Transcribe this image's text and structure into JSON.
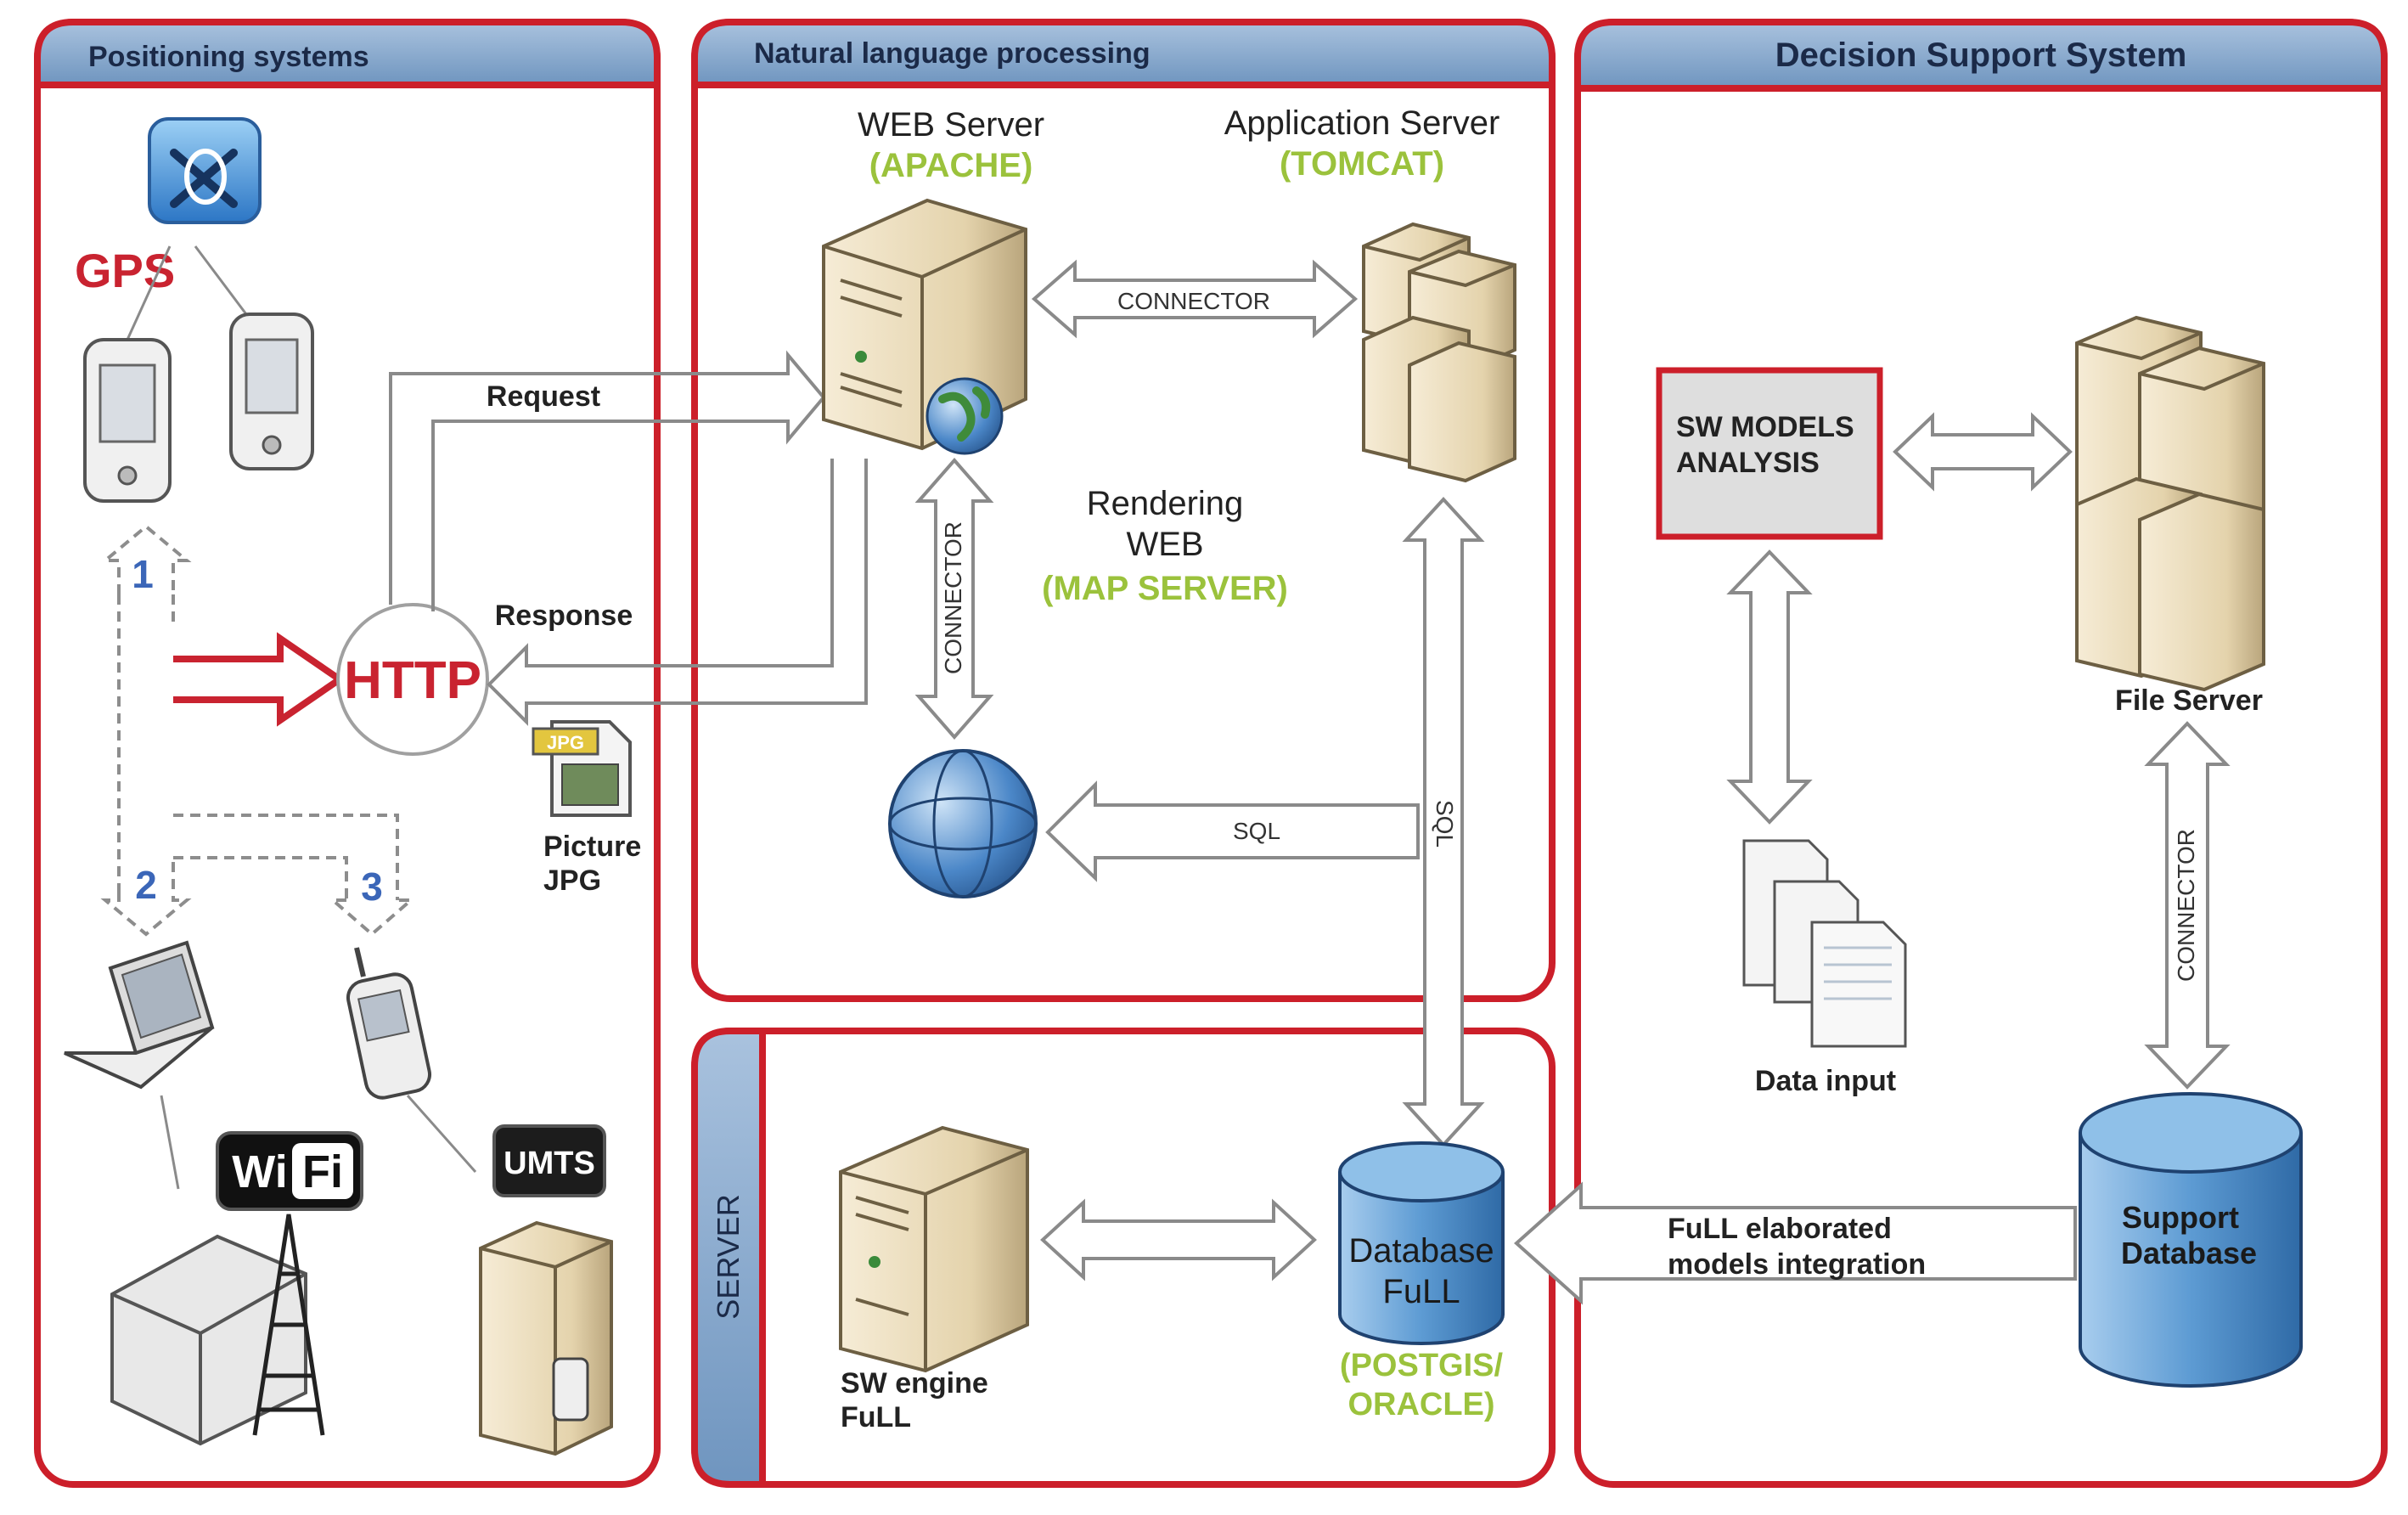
{
  "panels": {
    "positioning": "Positioning systems",
    "nlp": "Natural language processing",
    "dss": "Decision Support System",
    "server": "SERVER"
  },
  "positioning": {
    "gps": "GPS",
    "http": "HTTP",
    "request": "Request",
    "response": "Response",
    "jpg_tag": "JPG",
    "picture_line1": "Picture",
    "picture_line2": "JPG",
    "path1": "1",
    "path2": "2",
    "path3": "3",
    "wifi_a": "Wi",
    "wifi_b": "Fi",
    "umts": "UMTS"
  },
  "nlp": {
    "web_server": "WEB Server",
    "apache": "(APACHE)",
    "app_server": "Application Server",
    "tomcat": "(TOMCAT)",
    "connector_h": "CONNECTOR",
    "connector_v": "CONNECTOR",
    "rendering": "Rendering",
    "web": "WEB",
    "map_server": "(MAP SERVER)",
    "sql_h": "SQL",
    "sql_v": "SQL"
  },
  "server": {
    "sw_engine_1": "SW engine",
    "sw_engine_2": "FuLL",
    "db_1": "Database",
    "db_2": "FuLL",
    "postgis": "(POSTGIS/",
    "oracle": "ORACLE)"
  },
  "dss": {
    "sw_models_1": "SW MODELS",
    "sw_models_2": "ANALYSIS",
    "file_server": "File Server",
    "data_input": "Data input",
    "connector_v": "CONNECTOR",
    "support_1": "Support",
    "support_2": "Database",
    "integration_1": "FuLL elaborated",
    "integration_2": "models integration"
  },
  "colors": {
    "panel_border": "#cc1f2a",
    "header_fill": "#7ea2c8",
    "accent_green": "#9bc23c",
    "db_blue": "#4f8fc7"
  }
}
